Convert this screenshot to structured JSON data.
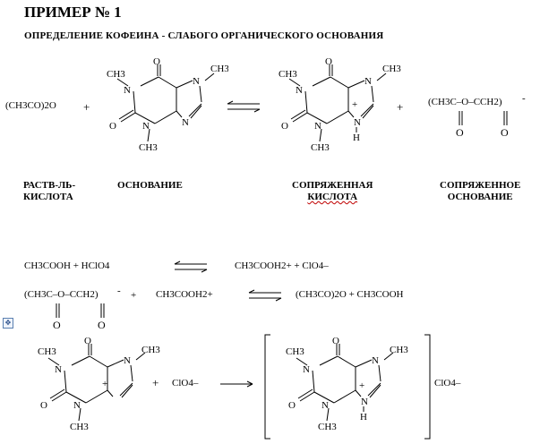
{
  "title": "ПРИМЕР № 1",
  "subtitle": "ОПРЕДЕЛЕНИЕ КОФЕИНА  - СЛАБОГО ОРГАНИЧЕСКОГО ОСНОВАНИЯ",
  "reaction1": {
    "acid": "(CH3CO)2O",
    "plus1": "+",
    "plus2": "+",
    "anion_formula": "(CH3C–O–CCH2)",
    "anion_charge": "-",
    "labels": {
      "acid_line1": "РАСТВ-ЛЬ-",
      "acid_line2": "КИСЛОТА",
      "base": "ОСНОВАНИЕ",
      "conj_acid_line1": "СОПРЯЖЕННАЯ",
      "conj_acid_line2": "КИСЛОТА",
      "conj_base_line1": "СОПРЯЖЕННОЕ",
      "conj_base_line2": "ОСНОВАНИЕ"
    }
  },
  "molecule_labels": {
    "ch3": "CH3",
    "n": "N",
    "o": "O",
    "h": "H",
    "plus": "+"
  },
  "reaction2": {
    "left": "CH3COOH + HClO4",
    "right": "CH3COOH2+ + ClO4–"
  },
  "reaction3": {
    "anion_formula": "(CH3C–O–CCH2)",
    "anion_charge": "-",
    "plus": "+",
    "cation": "CH3COOH2+",
    "right": "(CH3CO)2O + CH3COOH"
  },
  "reaction4": {
    "plus": "+",
    "perchlorate": "ClO4–",
    "counter_ion": "ClO4–"
  },
  "icons": {
    "handle": "move-handle-icon"
  }
}
